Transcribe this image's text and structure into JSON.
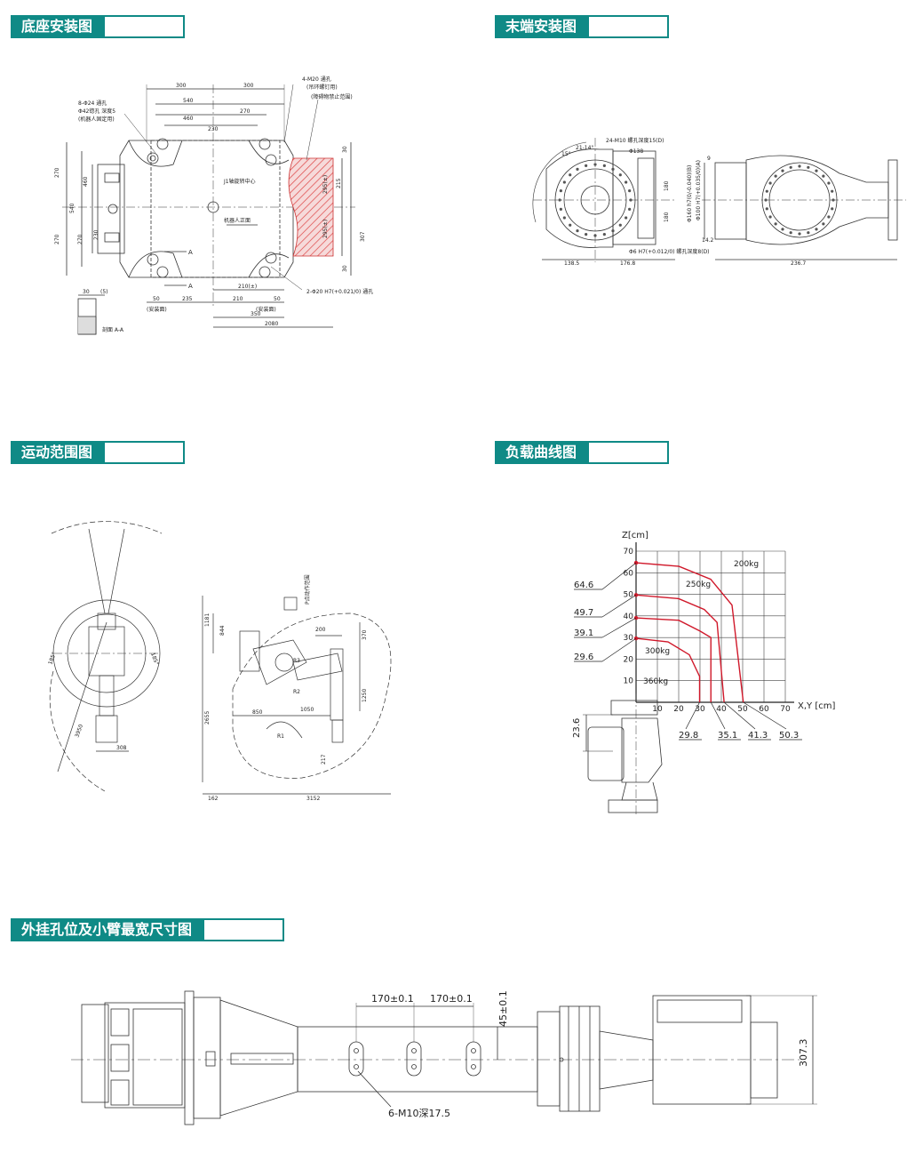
{
  "sections": {
    "base": {
      "title": "底座安装图"
    },
    "end": {
      "title": "末端安装图"
    },
    "motion": {
      "title": "运动范围图"
    },
    "load": {
      "title": "负载曲线图"
    },
    "mount": {
      "title": "外挂孔位及小臂最宽尺寸图"
    }
  },
  "base_drawing": {
    "dims_top": [
      "300",
      "300",
      "540",
      "270",
      "460",
      "230"
    ],
    "dims_left": [
      "270",
      "540",
      "270",
      "460",
      "230",
      "270"
    ],
    "dims_bottom": [
      "50",
      "235",
      "210",
      "50",
      "210(±)",
      "350",
      "2080"
    ],
    "dims_right": [
      "295(±)",
      "295(±)",
      "215",
      "307",
      "30",
      "30"
    ],
    "note_holes": "8-Φ24 通孔",
    "note_counter": "Φ42锪孔 深度5",
    "note_fix": "(机器人固定用)",
    "note_m20": "4-M20 通孔",
    "note_m20_sub": "(吊环螺钉用)",
    "note_forbid": "(障碍物禁止范围)",
    "note_j1": "J1轴旋转中心",
    "note_front": "机器人正面",
    "note_pin": "2-Φ20 H7(+0.021/0) 通孔",
    "label_a": "A",
    "label_mount": "(安装面)",
    "section_dims": [
      "30",
      "(5)"
    ],
    "section_label": "剖面 A-A"
  },
  "end_drawing": {
    "note_m10": "24-M10 螺孔深度15(D)",
    "dia_top": "Φ138",
    "angle1": "15°",
    "angle2": "21-14°",
    "note_pin": "Φ6 H7(+0.012/0) 螺孔深度8(D)",
    "dims_bottom": [
      "138.5",
      "176.8",
      "236.7"
    ],
    "dims_right": [
      "180",
      "180"
    ],
    "dia_side1": "Φ160 h7(0/-0.040)(B)",
    "dia_side2": "Φ100 H7(+0.035/0)(A)",
    "dim_9": "9",
    "dim_14": "14.2"
  },
  "motion_drawing": {
    "top_labels": [
      "185°",
      "185°",
      "3950",
      "308"
    ],
    "side_labels": [
      "1181",
      "844",
      "2655",
      "850",
      "1050",
      "200",
      "370",
      "1250",
      "217",
      "162",
      "3152"
    ],
    "note_p": "P点动作范围",
    "angle_labels": [
      "R3",
      "R2",
      "R1"
    ]
  },
  "chart_data": {
    "type": "line",
    "title": "",
    "ylabel": "Z[cm]",
    "xlabel": "X,Y [cm]",
    "xticks": [
      "10",
      "20",
      "30",
      "40",
      "50",
      "60",
      "70"
    ],
    "yticks": [
      "10",
      "20",
      "30",
      "40",
      "50",
      "60",
      "70"
    ],
    "xlim": [
      0,
      70
    ],
    "ylim": [
      0,
      70
    ],
    "grid": true,
    "series": [
      {
        "name": "200kg",
        "color": "#d0182a",
        "points": [
          [
            0,
            64.6
          ],
          [
            20,
            63
          ],
          [
            35,
            57
          ],
          [
            45,
            45
          ],
          [
            50.3,
            0
          ]
        ]
      },
      {
        "name": "250kg",
        "color": "#d0182a",
        "points": [
          [
            0,
            49.7
          ],
          [
            20,
            48
          ],
          [
            32,
            43
          ],
          [
            38,
            37
          ],
          [
            41.3,
            0
          ]
        ]
      },
      {
        "name": "300kg",
        "color": "#d0182a",
        "points": [
          [
            0,
            39.1
          ],
          [
            20,
            38
          ],
          [
            30,
            33
          ],
          [
            35.1,
            30
          ],
          [
            35.1,
            0
          ]
        ]
      },
      {
        "name": "360kg",
        "color": "#d0182a",
        "points": [
          [
            0,
            29.6
          ],
          [
            15,
            28
          ],
          [
            25,
            22
          ],
          [
            29.8,
            12
          ],
          [
            29.8,
            0
          ]
        ]
      }
    ],
    "left_values": [
      "64.6",
      "49.7",
      "39.1",
      "29.6"
    ],
    "bottom_values": [
      "29.8",
      "35.1",
      "41.3",
      "50.3"
    ],
    "offset_label": "23.6"
  },
  "mount_drawing": {
    "dim_170a": "170±0.1",
    "dim_170b": "170±0.1",
    "dim_45": "45±0.1",
    "dim_width": "307.3",
    "note_holes": "6-M10深17.5"
  }
}
